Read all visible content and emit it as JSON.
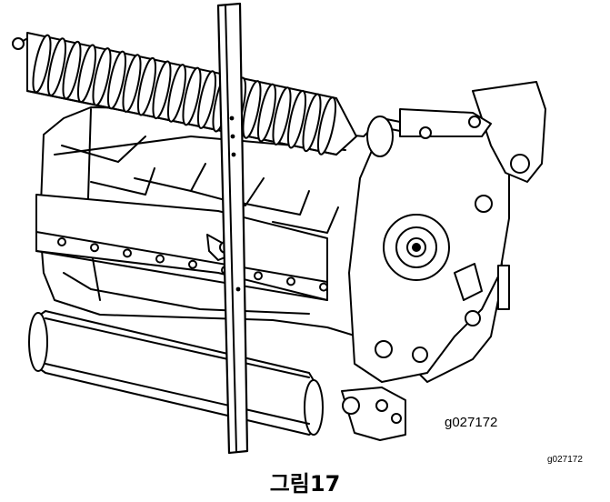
{
  "figure": {
    "illustration_code": "g027172",
    "margin_code": "g027172",
    "caption": "그림17"
  }
}
